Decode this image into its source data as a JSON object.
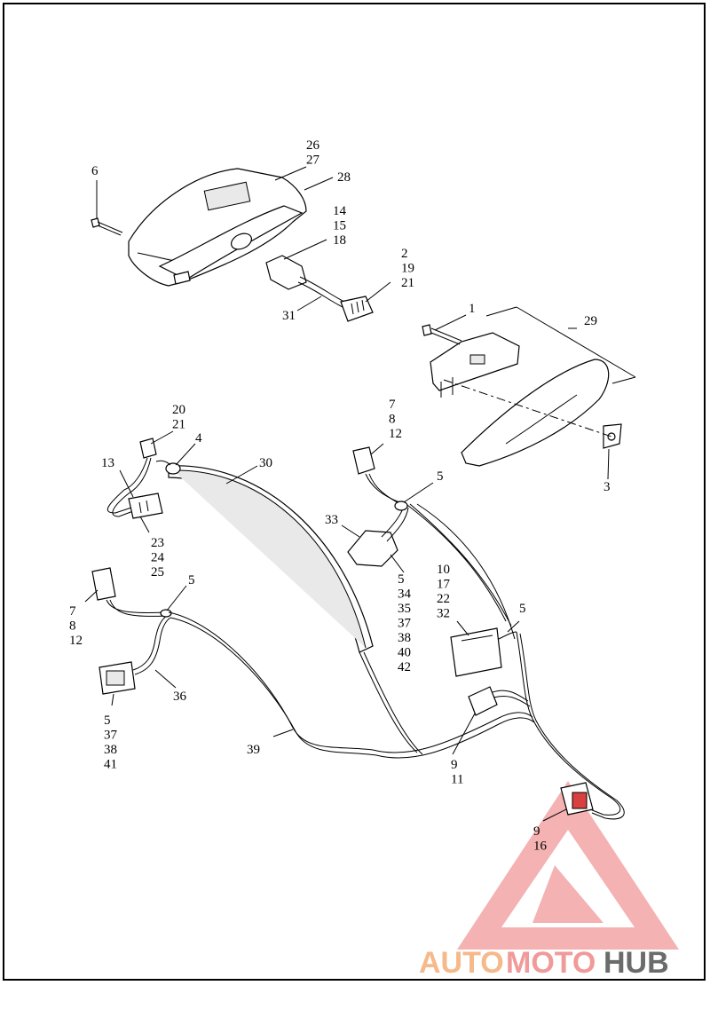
{
  "callouts": [
    {
      "id": "c6",
      "lines": [
        "6"
      ]
    },
    {
      "id": "c26",
      "lines": [
        "26",
        "27"
      ]
    },
    {
      "id": "c28",
      "lines": [
        "28"
      ]
    },
    {
      "id": "c14",
      "lines": [
        "14",
        "15",
        "18"
      ]
    },
    {
      "id": "c2",
      "lines": [
        "2",
        "19",
        "21"
      ]
    },
    {
      "id": "c31",
      "lines": [
        "31"
      ]
    },
    {
      "id": "c1",
      "lines": [
        "1"
      ]
    },
    {
      "id": "c29",
      "lines": [
        "29"
      ]
    },
    {
      "id": "c3",
      "lines": [
        "3"
      ]
    },
    {
      "id": "c20",
      "lines": [
        "20",
        "21"
      ]
    },
    {
      "id": "c4",
      "lines": [
        "4"
      ]
    },
    {
      "id": "c30",
      "lines": [
        "30"
      ]
    },
    {
      "id": "c13",
      "lines": [
        "13"
      ]
    },
    {
      "id": "c23",
      "lines": [
        "23",
        "24",
        "25"
      ]
    },
    {
      "id": "c7a",
      "lines": [
        "7",
        "8",
        "12"
      ]
    },
    {
      "id": "c5a",
      "lines": [
        "5"
      ]
    },
    {
      "id": "c33",
      "lines": [
        "33"
      ]
    },
    {
      "id": "c5b",
      "lines": [
        "5",
        "34",
        "35",
        "37",
        "38",
        "40",
        "42"
      ]
    },
    {
      "id": "c10",
      "lines": [
        "10",
        "17",
        "22",
        "32"
      ]
    },
    {
      "id": "c5c",
      "lines": [
        "5"
      ]
    },
    {
      "id": "c5d",
      "lines": [
        "5"
      ]
    },
    {
      "id": "c7b",
      "lines": [
        "7",
        "8",
        "12"
      ]
    },
    {
      "id": "c36",
      "lines": [
        "36"
      ]
    },
    {
      "id": "c5e",
      "lines": [
        "5",
        "37",
        "38",
        "41"
      ]
    },
    {
      "id": "c39",
      "lines": [
        "39"
      ]
    },
    {
      "id": "c9a",
      "lines": [
        "9",
        "11"
      ]
    },
    {
      "id": "c9b",
      "lines": [
        "9",
        "16"
      ]
    }
  ],
  "watermark": {
    "part1": "AUTO",
    "part2": "MOTO",
    "part3": "HUB",
    "color_light": "#f7c08a",
    "color_mid": "#f09a9a",
    "color_dark": "#6b6b6b",
    "triangle_color": "#f0a0a0"
  }
}
